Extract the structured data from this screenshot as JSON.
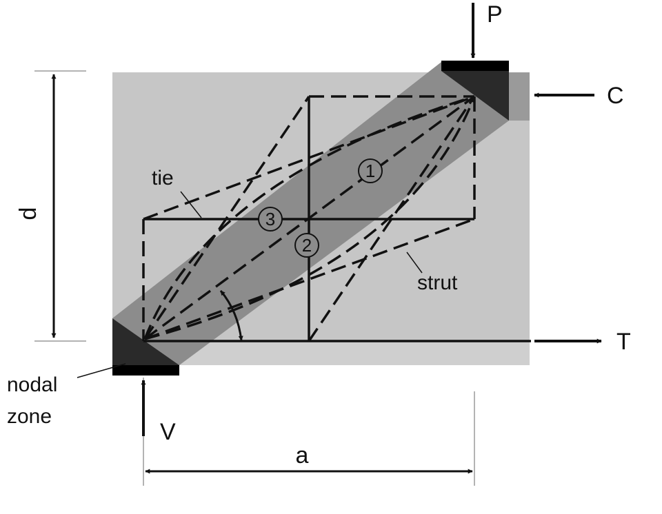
{
  "labels": {
    "P": "P",
    "C": "C",
    "T": "T",
    "V": "V",
    "d": "d",
    "a": "a",
    "tie": "tie",
    "strut": "strut",
    "nodal_line1": "nodal",
    "nodal_line2": "zone",
    "strut_1": "1",
    "strut_2": "2",
    "strut_3": "3"
  },
  "colors": {
    "beam_fill": "#c6c6c6",
    "strut_band": "#8c8c8c",
    "nodal_zone": "#2a2a2a",
    "bearing_plate": "#000000",
    "line": "#111111"
  }
}
